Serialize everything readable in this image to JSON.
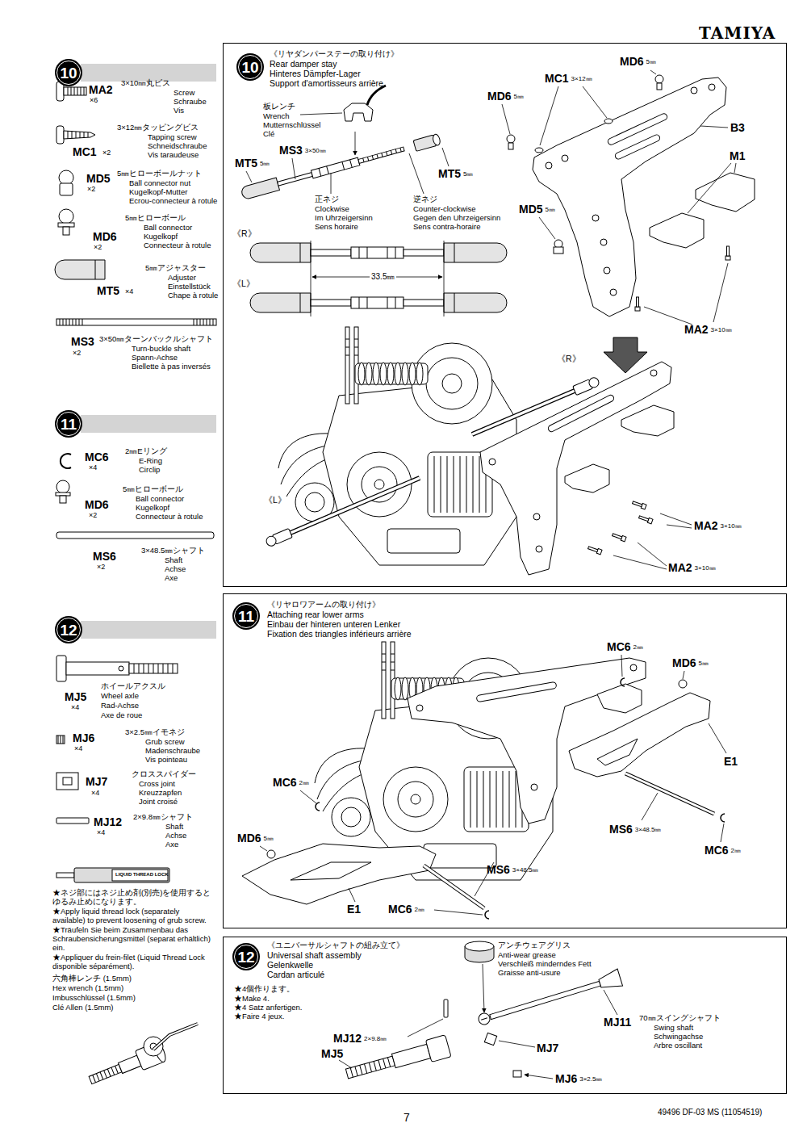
{
  "diagram": {
    "title": "TAMIYA",
    "nodes": [
      {
        "text": [
          "10"
        ]
      },
      {
        "text": [
          "11"
        ]
      },
      {
        "text": [
          "12"
        ]
      },
      {
        "text": [
          "《リヤダンパーステーの取り付け》",
          "Rear damper stay",
          "Hinteres Dämpfer-Lager",
          "Support d'amortisseurs arrière"
        ]
      },
      {
        "text": [
          "10"
        ],
        "in": 3
      },
      {
        "text": [
          "《リヤロワアームの取り付け》",
          "Attaching rear lower arms",
          "Einbau der hinteren unteren Lenker",
          "Fixation des triangles inférieurs arrière"
        ]
      },
      {
        "text": [
          "11"
        ],
        "in": 5
      },
      {
        "text": [
          "《ユニバーサルシャフトの組み立て》",
          "Universal shaft assembly",
          "Gelenkwelle",
          "Cardan articulé"
        ]
      },
      {
        "text": [
          "12"
        ],
        "in": 7
      }
    ],
    "labels": [
      "MA2",
      "×6",
      "3×10㎜丸ビス",
      "Screw",
      "Schraube",
      "Vis",
      "3×12㎜タッピングビス",
      "Tapping screw",
      "Schneidschraube",
      "Vis taraudeuse",
      "MC1",
      "×2",
      "5㎜ヒローボールナット",
      "Ball connector nut",
      "Kugelkopf-Mutter",
      "Ecrou-connecteur à rotule",
      "MD5",
      "×2",
      "5㎜ヒローボール",
      "Ball connector",
      "Kugelkopf",
      "Connecteur à rotule",
      "MD6",
      "×2",
      "5㎜アジャスター",
      "Adjuster",
      "Einstellstück",
      "Chape à rotule",
      "MT5",
      "×4",
      "MS3",
      "×2",
      "3×50㎜ターンバックルシャフト",
      "Turn-buckle shaft",
      "Spann-Achse",
      "Biellette à pas inversés",
      "MC6",
      "×4",
      "2㎜Eリング",
      "E-Ring",
      "Circlip",
      "MD6",
      "×2",
      "5㎜ヒローボール",
      "Ball connector",
      "Kugelkopf",
      "Connecteur à rotule",
      "3×48.5㎜シャフト",
      "MS6",
      "×2",
      "Shaft",
      "Achse",
      "Axe",
      "ホイールアクスル",
      "MJ5",
      "Wheel axle",
      "×4",
      "Rad-Achse",
      "Axe de roue",
      "MJ6",
      "×4",
      "3×2.5㎜イモネジ",
      "Grub screw",
      "Madenschraube",
      "Vis pointeau",
      "MJ7",
      "×4",
      "クロススパイダー",
      "Cross joint",
      "Kreuzzapfen",
      "Joint croisé",
      "MJ12",
      "×4",
      "2×9.8㎜シャフト",
      "Shaft",
      "Achse",
      "Axe",
      "LIQUID THREAD LOCK",
      "★ネジ部にはネジ止め剤(別売)を使用するとゆるみ止めになります。",
      "★Apply liquid thread lock (separately available) to prevent loosening of grub screw.",
      "★Träufeln Sie beim Zusammenbau das Schraubensicherungsmittel (separat erhältlich) ein.",
      "★Appliquer du frein-filet (Liquid Thread Lock disponible séparément).",
      "六角棒レンチ (1.5mm)",
      "Hex wrench (1.5mm)",
      "Imbusschlüssel (1.5mm)",
      "Clé Allen (1.5mm)",
      "板レンチ",
      "Wrench",
      "Mutternschlüssel",
      "Clé",
      "MS3",
      "3×50㎜",
      "MT5",
      "5㎜",
      "MT5",
      "5㎜",
      "正ネジ",
      "Clockwise",
      "Im Uhrzeigersinn",
      "Sens horaire",
      "逆ネジ",
      "Counter-clockwise",
      "Gegen den Uhrzeigersinn",
      "Sens contra-horaire",
      "《R》",
      "《L》",
      "33.5㎜",
      "MD6",
      "5㎜",
      "MC1",
      "3×12㎜",
      "MD6",
      "5㎜",
      "B3",
      "M1",
      "MD5",
      "5㎜",
      "MA2",
      "3×10㎜",
      "《R》",
      "《L》",
      "MA2",
      "3×10㎜",
      "MA2",
      "3×10㎜",
      "MC6",
      "2㎜",
      "MD6",
      "5㎜",
      "E1",
      "MS6",
      "3×48.5㎜",
      "MC6",
      "2㎜",
      "MC6",
      "2㎜",
      "MD6",
      "5㎜",
      "MS6",
      "3×48.5㎜",
      "E1",
      "MC6",
      "2㎜",
      "★4個作ります。",
      "★Make 4.",
      "★4 Satz anfertigen.",
      "★Faire 4 jeux.",
      "アンチウェアグリス",
      "Anti-wear grease",
      "Verschleiß minderndes Fett",
      "Graisse anti-usure",
      "MJ11",
      "70㎜スイングシャフト",
      "Swing shaft",
      "Schwingachse",
      "Arbre oscillant",
      "MJ12",
      "2×9.8㎜",
      "MJ5",
      "MJ7",
      "MJ6",
      "3×2.5㎜",
      "7",
      "49496 DF-03 MS (11054519)"
    ]
  }
}
